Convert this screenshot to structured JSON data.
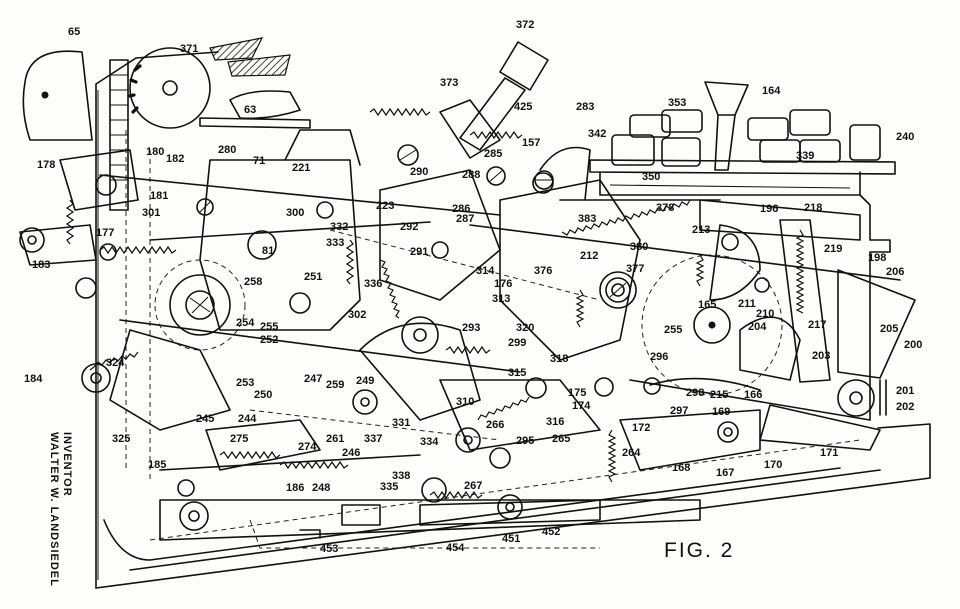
{
  "figure_label": "FIG. 2",
  "inventor": {
    "heading": "INVENTOR",
    "name": "WALTER W. LANDSIEDEL"
  },
  "labels": [
    {
      "id": "l65",
      "text": "65"
    },
    {
      "id": "l371",
      "text": "371"
    },
    {
      "id": "l372",
      "text": "372"
    },
    {
      "id": "l373",
      "text": "373"
    },
    {
      "id": "l425",
      "text": "425"
    },
    {
      "id": "l283",
      "text": "283"
    },
    {
      "id": "l353",
      "text": "353"
    },
    {
      "id": "l164top",
      "text": "164"
    },
    {
      "id": "l342",
      "text": "342"
    },
    {
      "id": "l240",
      "text": "240"
    },
    {
      "id": "l339",
      "text": "339"
    },
    {
      "id": "l157",
      "text": "157"
    },
    {
      "id": "l285",
      "text": "285"
    },
    {
      "id": "l350",
      "text": "350"
    },
    {
      "id": "l63",
      "text": "63"
    },
    {
      "id": "l178",
      "text": "178"
    },
    {
      "id": "l180",
      "text": "180"
    },
    {
      "id": "l182",
      "text": "182"
    },
    {
      "id": "l280",
      "text": "280"
    },
    {
      "id": "l71",
      "text": "71"
    },
    {
      "id": "l221",
      "text": "221"
    },
    {
      "id": "l290",
      "text": "290"
    },
    {
      "id": "l288",
      "text": "288"
    },
    {
      "id": "l286",
      "text": "286"
    },
    {
      "id": "l287",
      "text": "287"
    },
    {
      "id": "l181",
      "text": "181"
    },
    {
      "id": "l301",
      "text": "301"
    },
    {
      "id": "l300",
      "text": "300"
    },
    {
      "id": "l223",
      "text": "223"
    },
    {
      "id": "l332",
      "text": "332"
    },
    {
      "id": "l333",
      "text": "333"
    },
    {
      "id": "l292",
      "text": "292"
    },
    {
      "id": "l291",
      "text": "291"
    },
    {
      "id": "l383",
      "text": "383"
    },
    {
      "id": "l378",
      "text": "378"
    },
    {
      "id": "l196",
      "text": "196"
    },
    {
      "id": "l218",
      "text": "218"
    },
    {
      "id": "l219",
      "text": "219"
    },
    {
      "id": "l213",
      "text": "213"
    },
    {
      "id": "l212",
      "text": "212"
    },
    {
      "id": "l380",
      "text": "380"
    },
    {
      "id": "l377",
      "text": "377"
    },
    {
      "id": "l198",
      "text": "198"
    },
    {
      "id": "l206",
      "text": "206"
    },
    {
      "id": "l177",
      "text": "177"
    },
    {
      "id": "l183",
      "text": "183"
    },
    {
      "id": "l81",
      "text": "81"
    },
    {
      "id": "l258",
      "text": "258"
    },
    {
      "id": "l251",
      "text": "251"
    },
    {
      "id": "l336",
      "text": "336"
    },
    {
      "id": "l314",
      "text": "314"
    },
    {
      "id": "l176",
      "text": "176"
    },
    {
      "id": "l376",
      "text": "376"
    },
    {
      "id": "l313",
      "text": "313"
    },
    {
      "id": "l165",
      "text": "165"
    },
    {
      "id": "l211",
      "text": "211"
    },
    {
      "id": "l210",
      "text": "210"
    },
    {
      "id": "l217",
      "text": "217"
    },
    {
      "id": "l205",
      "text": "205"
    },
    {
      "id": "l204",
      "text": "204"
    },
    {
      "id": "l200",
      "text": "200"
    },
    {
      "id": "l254",
      "text": "254"
    },
    {
      "id": "l255a",
      "text": "255"
    },
    {
      "id": "l252",
      "text": "252"
    },
    {
      "id": "l302",
      "text": "302"
    },
    {
      "id": "l293",
      "text": "293"
    },
    {
      "id": "l320",
      "text": "320"
    },
    {
      "id": "l255b",
      "text": "255"
    },
    {
      "id": "l299",
      "text": "299"
    },
    {
      "id": "l324",
      "text": "324"
    },
    {
      "id": "l184left",
      "text": "184"
    },
    {
      "id": "l253",
      "text": "253"
    },
    {
      "id": "l250",
      "text": "250"
    },
    {
      "id": "l247",
      "text": "247"
    },
    {
      "id": "l259",
      "text": "259"
    },
    {
      "id": "l249",
      "text": "249"
    },
    {
      "id": "l318",
      "text": "318"
    },
    {
      "id": "l315",
      "text": "315"
    },
    {
      "id": "l175",
      "text": "175"
    },
    {
      "id": "l174",
      "text": "174"
    },
    {
      "id": "l296",
      "text": "296"
    },
    {
      "id": "l298",
      "text": "298"
    },
    {
      "id": "l215",
      "text": "215"
    },
    {
      "id": "l166",
      "text": "166"
    },
    {
      "id": "l203",
      "text": "203"
    },
    {
      "id": "l201",
      "text": "201"
    },
    {
      "id": "l202",
      "text": "202"
    },
    {
      "id": "l245",
      "text": "245"
    },
    {
      "id": "l244",
      "text": "244"
    },
    {
      "id": "l325",
      "text": "325"
    },
    {
      "id": "l275",
      "text": "275"
    },
    {
      "id": "l274",
      "text": "274"
    },
    {
      "id": "l261",
      "text": "261"
    },
    {
      "id": "l337",
      "text": "337"
    },
    {
      "id": "l246",
      "text": "246"
    },
    {
      "id": "l310",
      "text": "310"
    },
    {
      "id": "l331",
      "text": "331"
    },
    {
      "id": "l334",
      "text": "334"
    },
    {
      "id": "l266",
      "text": "266"
    },
    {
      "id": "l316",
      "text": "316"
    },
    {
      "id": "l297",
      "text": "297"
    },
    {
      "id": "l169",
      "text": "169"
    },
    {
      "id": "l172",
      "text": "172"
    },
    {
      "id": "l295",
      "text": "295"
    },
    {
      "id": "l265",
      "text": "265"
    },
    {
      "id": "l264",
      "text": "264"
    },
    {
      "id": "l168",
      "text": "168"
    },
    {
      "id": "l167",
      "text": "167"
    },
    {
      "id": "l170",
      "text": "170"
    },
    {
      "id": "l171",
      "text": "171"
    },
    {
      "id": "l185",
      "text": "185"
    },
    {
      "id": "l186",
      "text": "186"
    },
    {
      "id": "l248",
      "text": "248"
    },
    {
      "id": "l338",
      "text": "338"
    },
    {
      "id": "l335",
      "text": "335"
    },
    {
      "id": "l267",
      "text": "267"
    },
    {
      "id": "l453",
      "text": "453"
    },
    {
      "id": "l454",
      "text": "454"
    },
    {
      "id": "l451",
      "text": "451"
    },
    {
      "id": "l452",
      "text": "452"
    }
  ]
}
